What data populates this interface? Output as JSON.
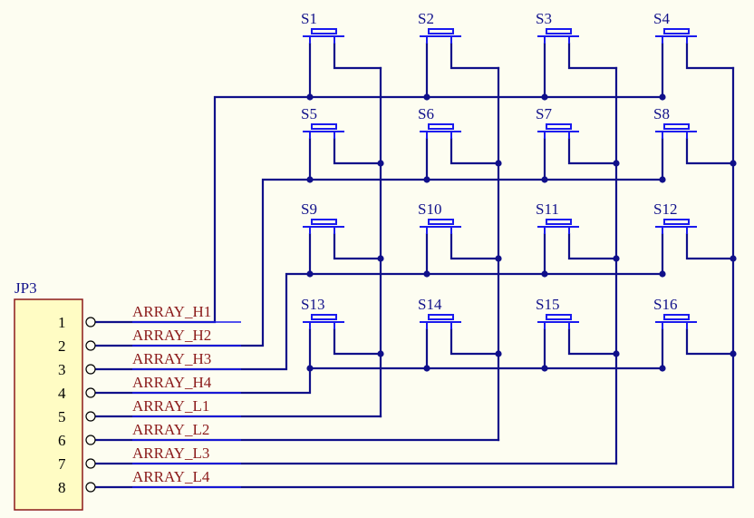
{
  "connector": {
    "designator": "JP3",
    "pins": [
      {
        "number": "1",
        "net": "ARRAY_H1"
      },
      {
        "number": "2",
        "net": "ARRAY_H2"
      },
      {
        "number": "3",
        "net": "ARRAY_H3"
      },
      {
        "number": "4",
        "net": "ARRAY_H4"
      },
      {
        "number": "5",
        "net": "ARRAY_L1"
      },
      {
        "number": "6",
        "net": "ARRAY_L2"
      },
      {
        "number": "7",
        "net": "ARRAY_L3"
      },
      {
        "number": "8",
        "net": "ARRAY_L4"
      }
    ]
  },
  "switches": [
    {
      "label": "S1",
      "row": 1,
      "col": 1
    },
    {
      "label": "S2",
      "row": 1,
      "col": 2
    },
    {
      "label": "S3",
      "row": 1,
      "col": 3
    },
    {
      "label": "S4",
      "row": 1,
      "col": 4
    },
    {
      "label": "S5",
      "row": 2,
      "col": 1
    },
    {
      "label": "S6",
      "row": 2,
      "col": 2
    },
    {
      "label": "S7",
      "row": 2,
      "col": 3
    },
    {
      "label": "S8",
      "row": 2,
      "col": 4
    },
    {
      "label": "S9",
      "row": 3,
      "col": 1
    },
    {
      "label": "S10",
      "row": 3,
      "col": 2
    },
    {
      "label": "S11",
      "row": 3,
      "col": 3
    },
    {
      "label": "S12",
      "row": 3,
      "col": 4
    },
    {
      "label": "S13",
      "row": 4,
      "col": 1
    },
    {
      "label": "S14",
      "row": 4,
      "col": 2
    },
    {
      "label": "S15",
      "row": 4,
      "col": 3
    },
    {
      "label": "S16",
      "row": 4,
      "col": 4
    }
  ],
  "colors": {
    "background": "#fdfdf1",
    "wire": "#10108a",
    "switch": "#1a1aee",
    "net_label": "#8b1a1a",
    "connector_fill": "#fffcc4"
  }
}
